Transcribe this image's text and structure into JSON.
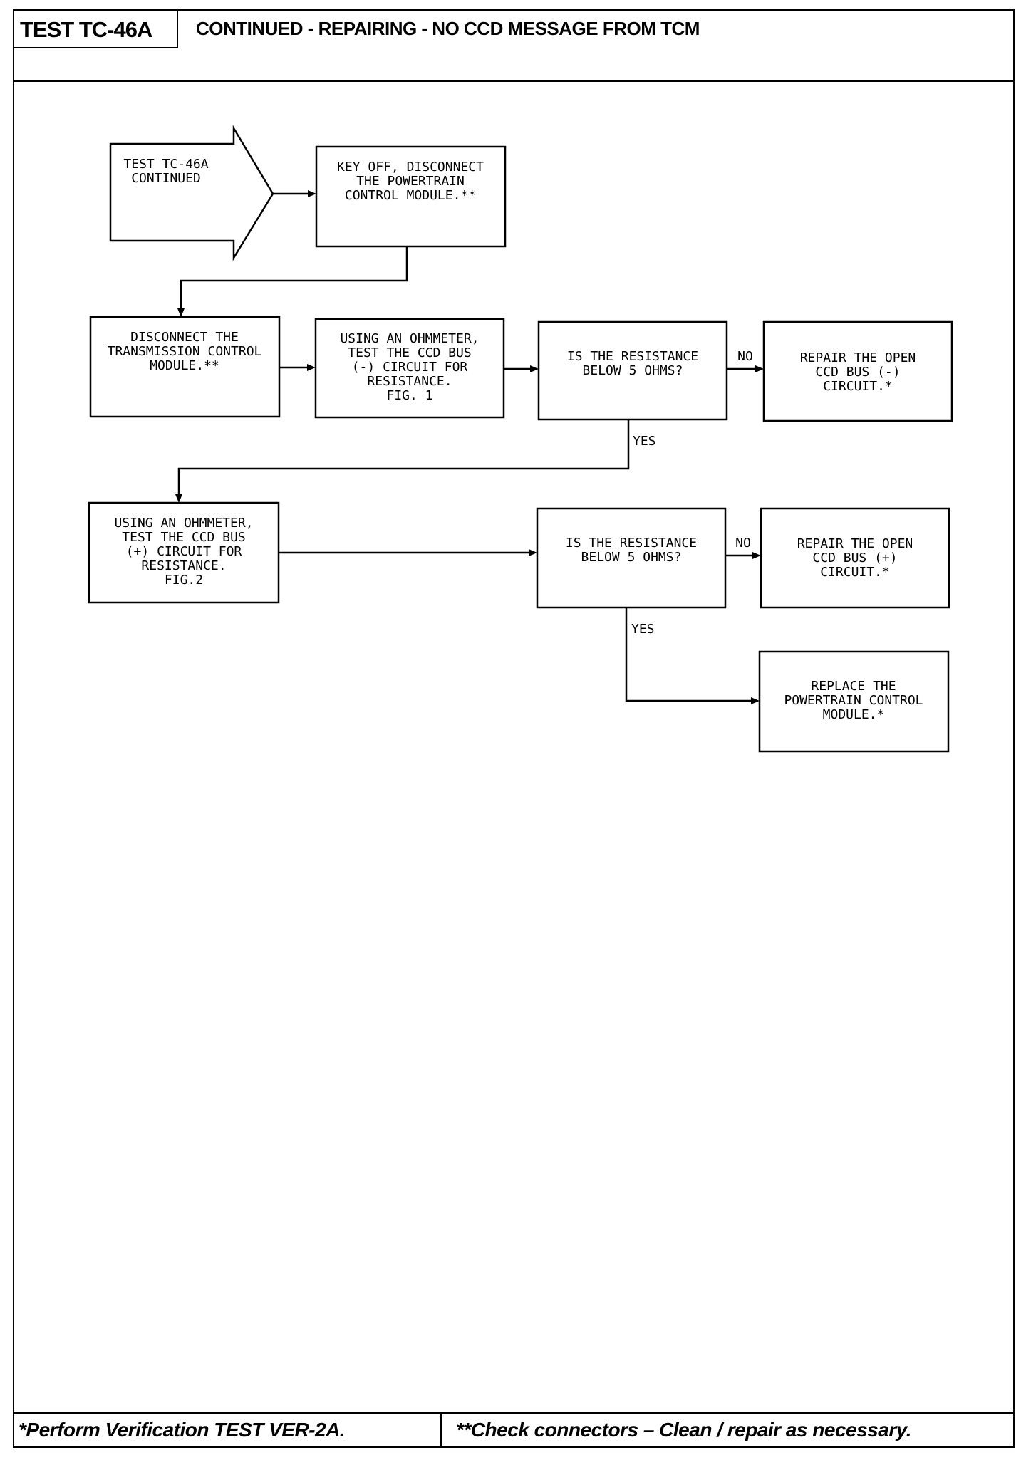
{
  "header": {
    "test_id": "TEST TC-46A",
    "title": "CONTINUED - REPAIRING - NO CCD MESSAGE FROM TCM"
  },
  "flowchart": {
    "start": [
      "TEST TC-46A",
      "CONTINUED"
    ],
    "step_key_off": [
      "KEY OFF, DISCONNECT",
      "THE POWERTRAIN",
      "CONTROL MODULE.**"
    ],
    "step_disconnect_tcm": [
      "DISCONNECT THE",
      "TRANSMISSION CONTROL",
      "MODULE.**"
    ],
    "step_test_neg": [
      "USING AN OHMMETER,",
      "TEST THE CCD BUS",
      "(-) CIRCUIT FOR",
      "RESISTANCE.",
      "FIG. 1"
    ],
    "decision_1": [
      "IS THE RESISTANCE",
      "BELOW 5 OHMS?"
    ],
    "repair_neg": [
      "REPAIR THE OPEN",
      "CCD BUS (-)",
      "CIRCUIT.*"
    ],
    "step_test_pos": [
      "USING AN OHMMETER,",
      "TEST THE CCD BUS",
      "(+) CIRCUIT FOR",
      "RESISTANCE.",
      "FIG.2"
    ],
    "decision_2": [
      "IS THE RESISTANCE",
      "BELOW 5 OHMS?"
    ],
    "repair_pos": [
      "REPAIR THE OPEN",
      "CCD BUS (+)",
      "CIRCUIT.*"
    ],
    "replace_pcm": [
      "REPLACE THE",
      "POWERTRAIN CONTROL",
      "MODULE.*"
    ],
    "label_no": "NO",
    "label_yes": "YES"
  },
  "footer": {
    "note_single": "*Perform Verification TEST VER-2A.",
    "note_double": "**Check connectors – Clean / repair as necessary."
  }
}
